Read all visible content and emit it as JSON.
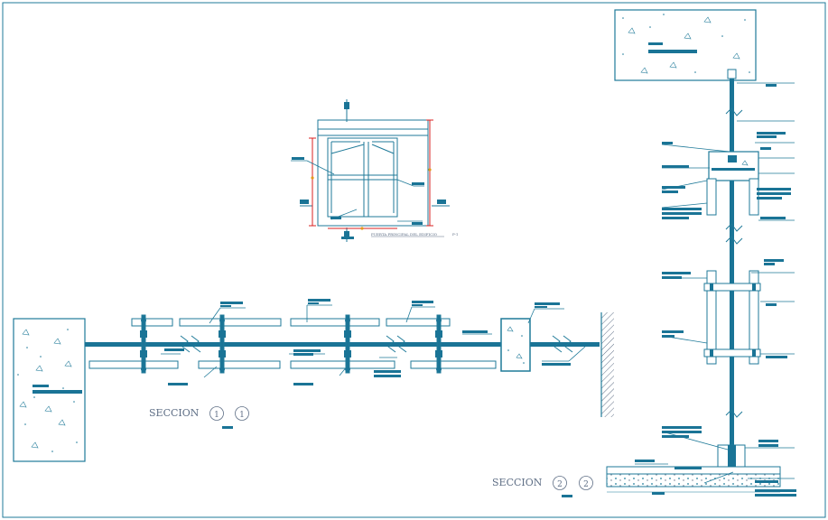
{
  "colors": {
    "line": "#1f7a99",
    "bar": "#1a7496",
    "red": "#d92020",
    "orange": "#e39b1b",
    "background": "#ffffff",
    "label": "#5f6f86"
  },
  "labels": {
    "section_1": {
      "word": "SECCION",
      "mark_a": "1",
      "mark_b": "1"
    },
    "section_2": {
      "word": "SECCION",
      "mark_a": "2",
      "mark_b": "2"
    },
    "door_elevation": {
      "title": "PUERTA PRINCIPAL DEL EDIFICIO",
      "code": "P-1"
    }
  }
}
